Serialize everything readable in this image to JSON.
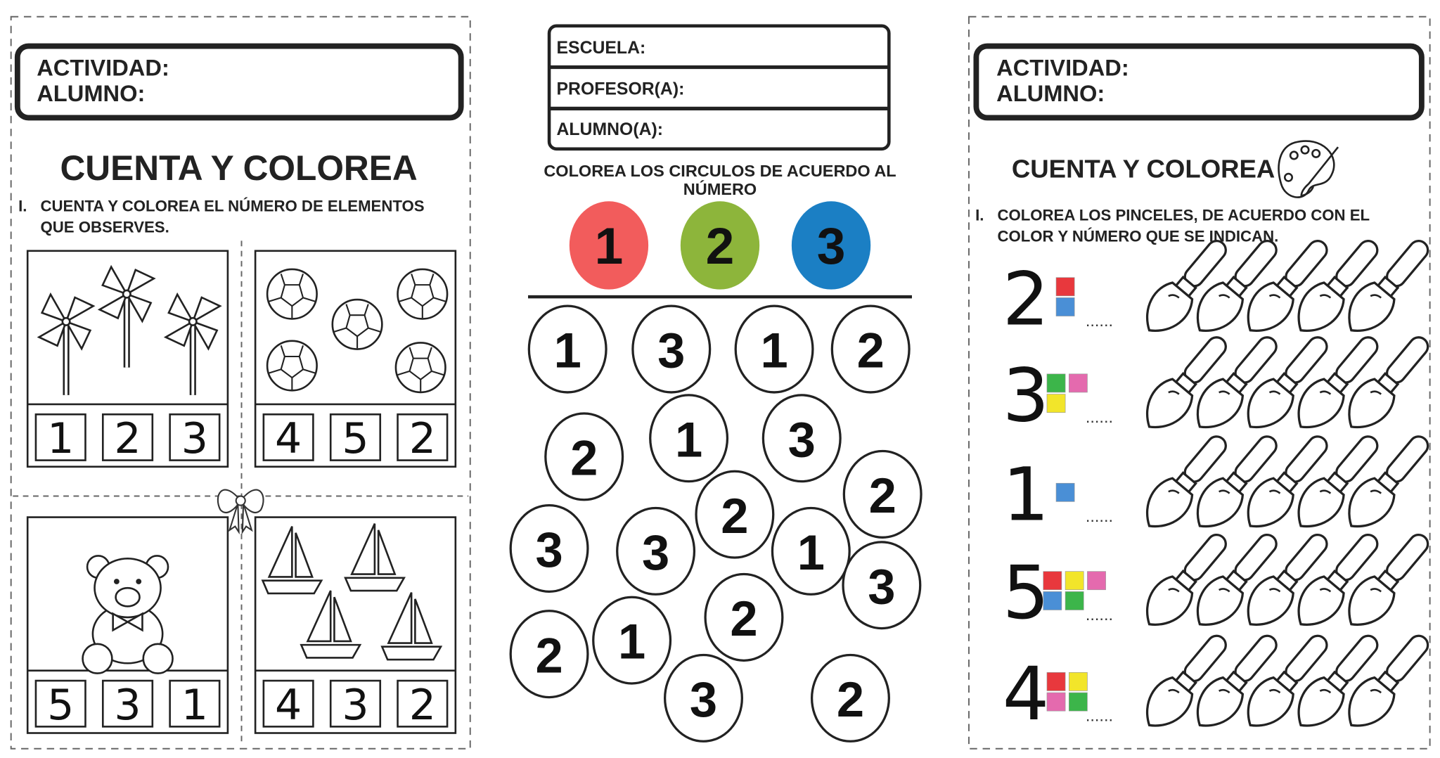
{
  "left_sheet": {
    "header": {
      "activity_label": "ACTIVIDAD:",
      "student_label": "ALUMNO:"
    },
    "title": "CUENTA Y COLOREA",
    "instruction_number": "I.",
    "instruction_line1": "CUENTA Y COLOREA EL NÚMERO DE ELEMENTOS",
    "instruction_line2": "QUE OBSERVES.",
    "quadrants": [
      {
        "items": "pinwheel",
        "count": 3,
        "options": [
          "1",
          "2",
          "3"
        ]
      },
      {
        "items": "soccer-ball",
        "count": 5,
        "options": [
          "4",
          "5",
          "2"
        ]
      },
      {
        "items": "teddy-bear",
        "count": 1,
        "options": [
          "5",
          "3",
          "1"
        ]
      },
      {
        "items": "sailboat",
        "count": 4,
        "options": [
          "4",
          "3",
          "2"
        ]
      }
    ]
  },
  "middle_sheet": {
    "header": {
      "school_label": "ESCUELA:",
      "teacher_label": "PROFESOR(A):",
      "student_label": "ALUMNO(A):"
    },
    "instruction_line1": "COLOREA LOS CIRCULOS DE ACUERDO AL",
    "instruction_line2": "NÚMERO",
    "legend": [
      {
        "number": "1",
        "color": "#f25c5c"
      },
      {
        "number": "2",
        "color": "#8db53b"
      },
      {
        "number": "3",
        "color": "#1b7fc4"
      }
    ],
    "circles": [
      "1",
      "3",
      "1",
      "2",
      "2",
      "1",
      "3",
      "2",
      "3",
      "3",
      "2",
      "1",
      "3",
      "2",
      "1",
      "2",
      "3",
      "2"
    ]
  },
  "right_sheet": {
    "header": {
      "activity_label": "ACTIVIDAD:",
      "student_label": "ALUMNO:"
    },
    "title": "CUENTA Y COLOREA",
    "instruction_number": "I.",
    "instruction_line1": "COLOREA LOS PINCELES, DE ACUERDO CON EL",
    "instruction_line2": "COLOR Y NÚMERO QUE SE INDICAN.",
    "dots": "......",
    "colors": {
      "red": "#e8383d",
      "blue": "#4a8fd6",
      "green": "#3cb54a",
      "pink": "#e46aae",
      "yellow": "#f2e52a"
    },
    "rows": [
      {
        "number": "2",
        "swatches": [
          "red",
          "blue"
        ],
        "brushes": 5
      },
      {
        "number": "3",
        "swatches": [
          "green",
          "pink",
          "yellow"
        ],
        "brushes": 5
      },
      {
        "number": "1",
        "swatches": [
          "blue"
        ],
        "brushes": 5
      },
      {
        "number": "5",
        "swatches": [
          "red",
          "yellow",
          "pink",
          "blue",
          "green"
        ],
        "brushes": 5
      },
      {
        "number": "4",
        "swatches": [
          "red",
          "yellow",
          "pink",
          "green"
        ],
        "brushes": 5
      }
    ]
  }
}
